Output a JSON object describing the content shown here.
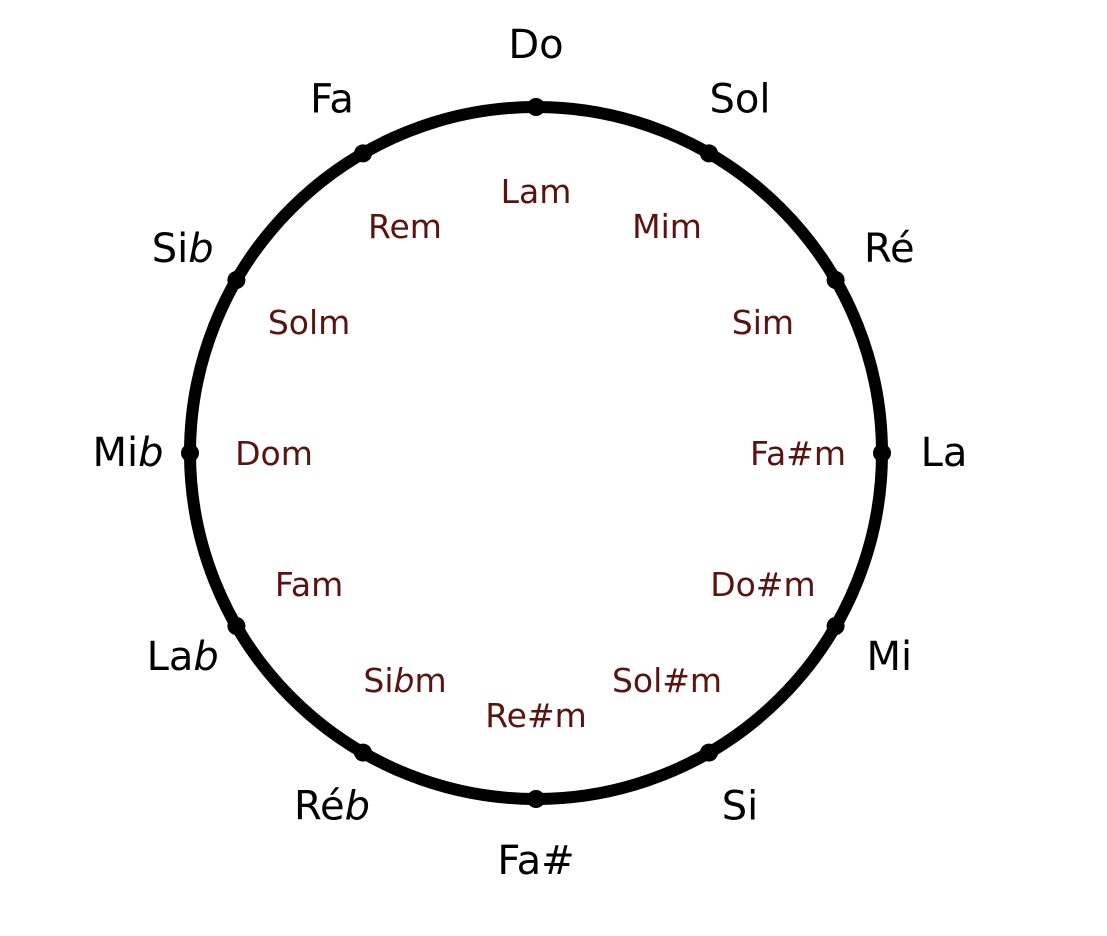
{
  "colors": {
    "circle": "#000000",
    "major_text": "#000000",
    "minor_text": "#5a1410",
    "background": "#ffffff"
  },
  "major_keys": [
    {
      "name": "Do",
      "text": "Do",
      "flat": ""
    },
    {
      "name": "Sol",
      "text": "Sol",
      "flat": ""
    },
    {
      "name": "Re",
      "text": "Ré",
      "flat": ""
    },
    {
      "name": "La",
      "text": "La",
      "flat": ""
    },
    {
      "name": "Mi",
      "text": "Mi",
      "flat": ""
    },
    {
      "name": "Si",
      "text": "Si",
      "flat": ""
    },
    {
      "name": "Fa-sharp",
      "text": "Fa#",
      "flat": ""
    },
    {
      "name": "Re-flat",
      "text": "Ré",
      "flat": "b"
    },
    {
      "name": "La-flat",
      "text": "La",
      "flat": "b"
    },
    {
      "name": "Mi-flat",
      "text": "Mi",
      "flat": "b"
    },
    {
      "name": "Si-flat",
      "text": "Si",
      "flat": "b"
    },
    {
      "name": "Fa",
      "text": "Fa",
      "flat": ""
    }
  ],
  "minor_keys": [
    {
      "name": "La-minor",
      "pre": "Lam",
      "flat": "",
      "post": ""
    },
    {
      "name": "Mi-minor",
      "pre": "Mim",
      "flat": "",
      "post": ""
    },
    {
      "name": "Si-minor",
      "pre": "Sim",
      "flat": "",
      "post": ""
    },
    {
      "name": "Fa-sharp-minor",
      "pre": "Fa#m",
      "flat": "",
      "post": ""
    },
    {
      "name": "Do-sharp-minor",
      "pre": "Do#m",
      "flat": "",
      "post": ""
    },
    {
      "name": "Sol-sharp-minor",
      "pre": "Sol#m",
      "flat": "",
      "post": ""
    },
    {
      "name": "Re-sharp-minor",
      "pre": "Re#m",
      "flat": "",
      "post": ""
    },
    {
      "name": "Si-flat-minor",
      "pre": "Si",
      "flat": "b",
      "post": "m"
    },
    {
      "name": "Fa-minor",
      "pre": "Fam",
      "flat": "",
      "post": ""
    },
    {
      "name": "Do-minor",
      "pre": "Dom",
      "flat": "",
      "post": ""
    },
    {
      "name": "Sol-minor",
      "pre": "Solm",
      "flat": "",
      "post": ""
    },
    {
      "name": "Re-minor",
      "pre": "Rem",
      "flat": "",
      "post": ""
    }
  ]
}
